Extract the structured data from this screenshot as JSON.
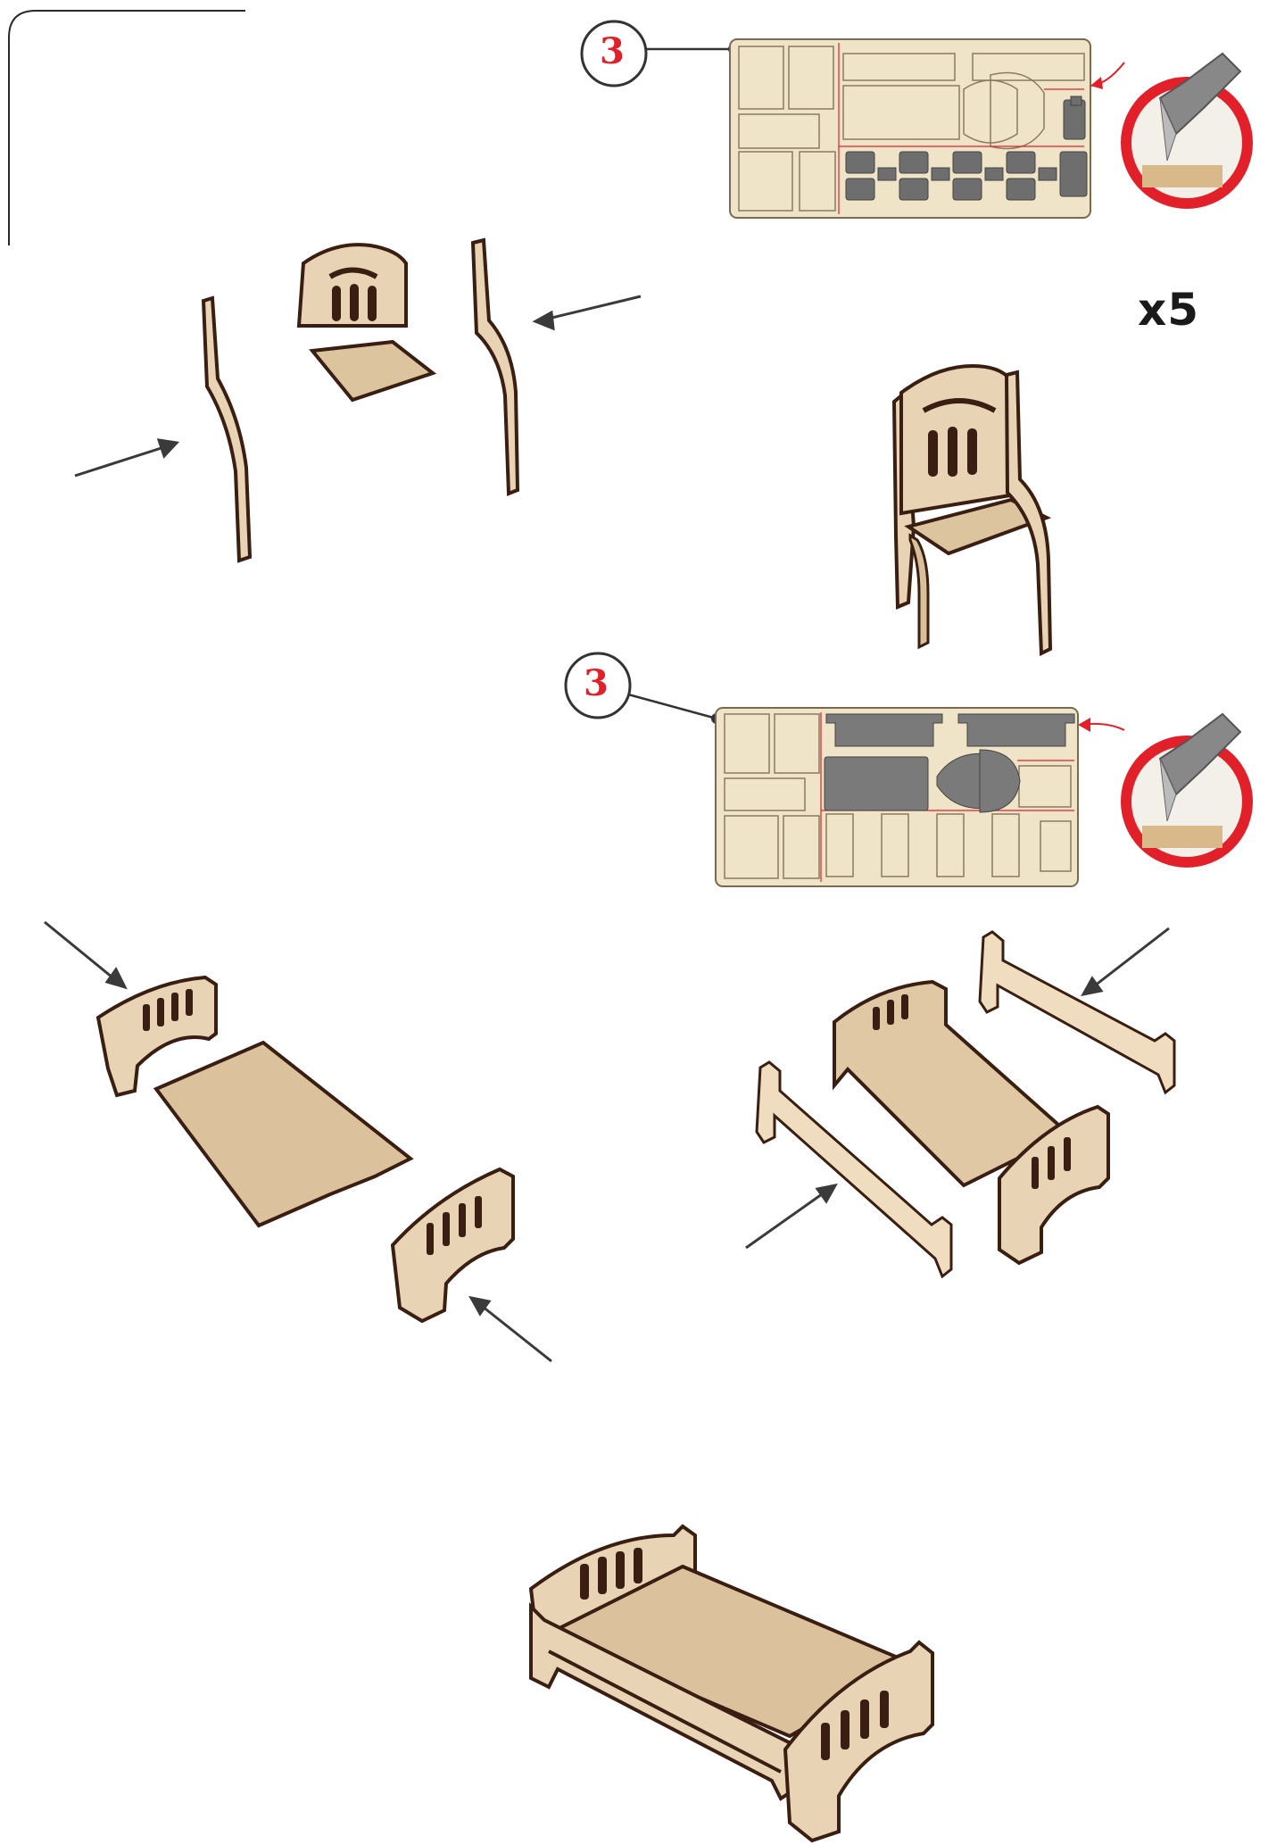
{
  "sheet_badge_1": "3",
  "sheet_badge_2": "3",
  "quantity_label": "x5",
  "colors": {
    "accent_red": "#e2202a",
    "plywood": "#e8d4b4",
    "plywood_edge": "#3a1e12",
    "sheet_bg": "#efe3c8",
    "highlight_part": "#7a7a7a",
    "arrow": "#3a3a3a"
  },
  "icons": {
    "cut_tool": "craft-knife-icon",
    "pointer": "arrow-icon"
  }
}
